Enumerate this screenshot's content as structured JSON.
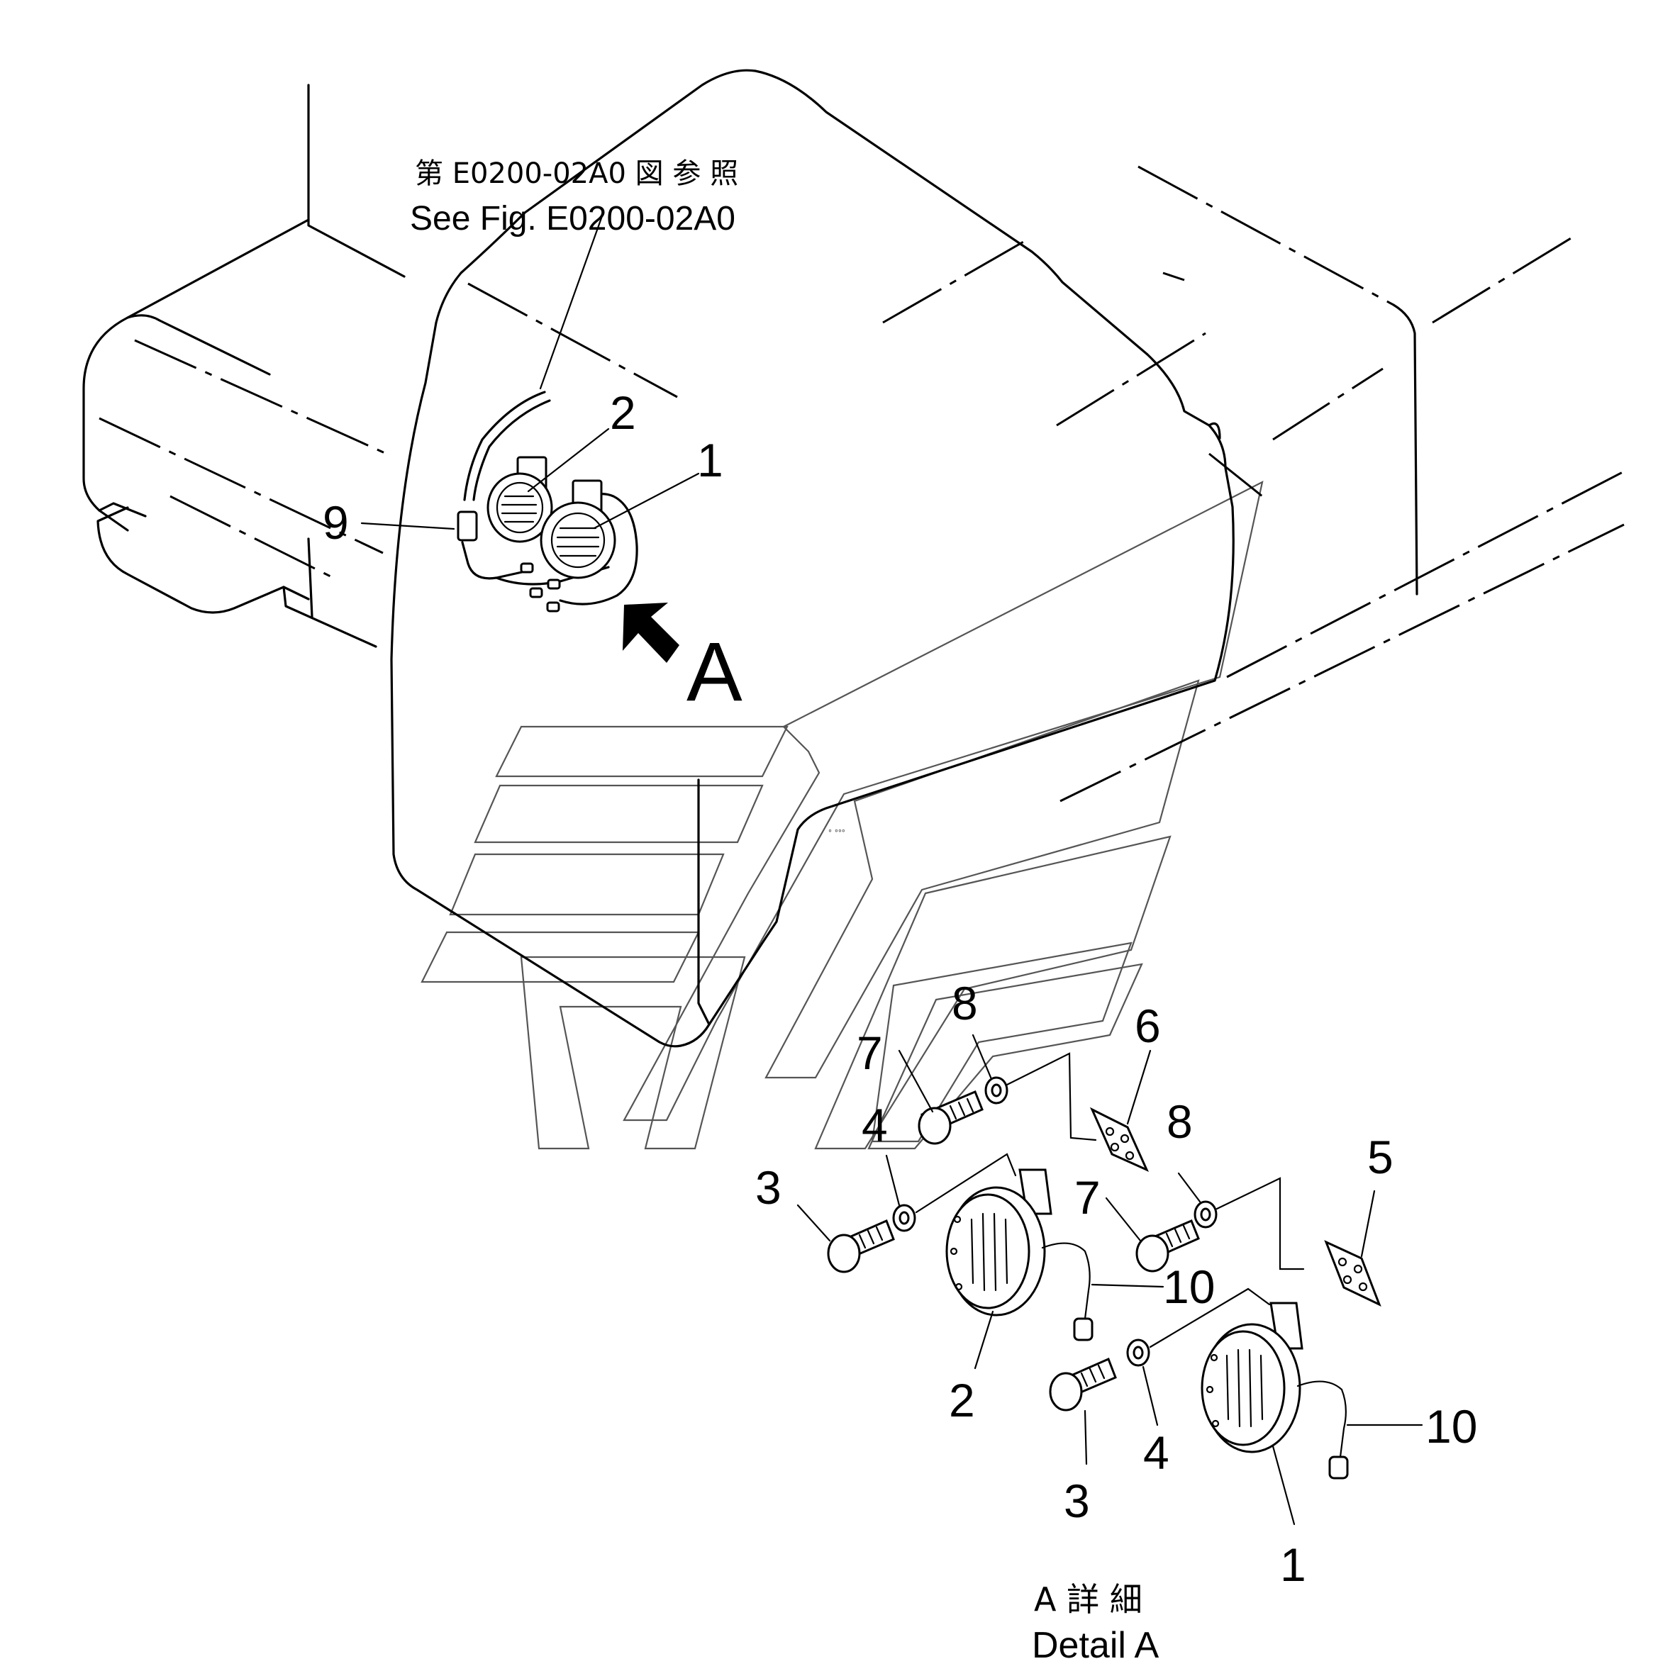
{
  "reference_note": {
    "japanese": "第 E0200-02A0 図 参 照",
    "english": "See Fig. E0200-02A0"
  },
  "view_letter": "A",
  "detail_caption": {
    "japanese": "A 詳 細",
    "english": "Detail  A"
  },
  "part_numbers": {
    "horn_high": "1",
    "horn_low": "2",
    "bolt": "3",
    "washer": "4",
    "bracket_a": "5",
    "bracket_b": "6",
    "bolt_bracket": "7",
    "washer_bracket": "8",
    "clamp": "9",
    "wire": "10"
  }
}
